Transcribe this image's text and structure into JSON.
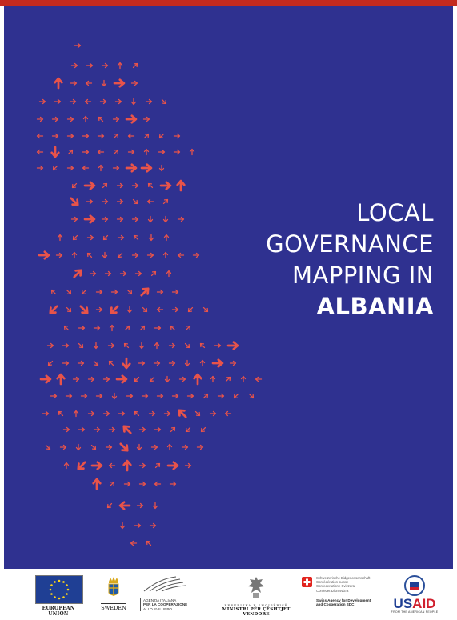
{
  "cover": {
    "title_lines": [
      "LOCAL",
      "GOVERNANCE",
      "MAPPING IN"
    ],
    "title_bold": "ALBANIA",
    "background_color": "#2f3190",
    "arrow_color": "#e8534a",
    "accent_bar_color": "#c42a1e"
  },
  "logos": {
    "eu_caption": "EUROPEAN UNION",
    "sweden_caption": "SWEDEN",
    "italy_lines": [
      "AGENZIA ITALIANA",
      "PER LA COOPERAZIONE",
      "ALLO SVILUPPO"
    ],
    "ministry_line1": "REPUBLIKA E SHQIPËRISË",
    "ministry_line2": "MINISTRI PËR ÇËSHTJET VENDORE",
    "swiss_lines": [
      "Schweizerische Eidgenossenschaft",
      "Confédération suisse",
      "Confederazione Svizzera",
      "Confederaziun svizra"
    ],
    "sdc_lines": [
      "Swiss Agency for Development",
      "and Cooperation SDC"
    ],
    "usaid_us": "US",
    "usaid_aid": "AID",
    "usaid_sub": "FROM THE AMERICAN PEOPLE"
  }
}
